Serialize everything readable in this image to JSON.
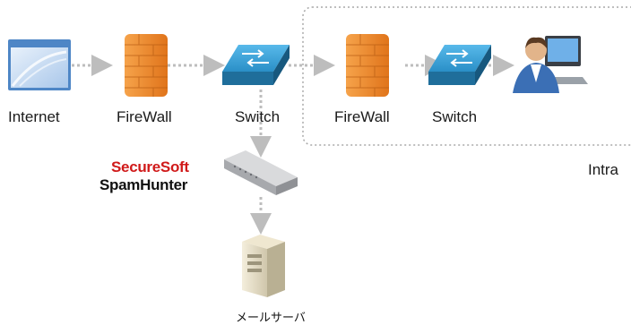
{
  "nodes": {
    "internet": {
      "label": "Internet"
    },
    "firewall_outer": {
      "label": "FireWall"
    },
    "switch_outer": {
      "label": "Switch"
    },
    "firewall_inner": {
      "label": "FireWall"
    },
    "switch_inner": {
      "label": "Switch"
    },
    "mail_server": {
      "label": "メールサーバ"
    },
    "spam_filter": {
      "brand_line1": "SecureSoft",
      "brand_line2": "SpamHunter"
    }
  },
  "zones": {
    "intranet": {
      "label": "Intra"
    }
  },
  "colors": {
    "connector": "#bdbdbd",
    "zone_border": "#a8a8a8",
    "firewall": "#f08a2c",
    "switch": "#2a9bd6",
    "brand_red": "#d01a1a"
  },
  "icons": [
    "browser-window-icon",
    "firewall-icon",
    "switch-icon",
    "firewall-icon",
    "switch-icon",
    "user-computer-icon",
    "network-appliance-icon",
    "server-tower-icon"
  ]
}
